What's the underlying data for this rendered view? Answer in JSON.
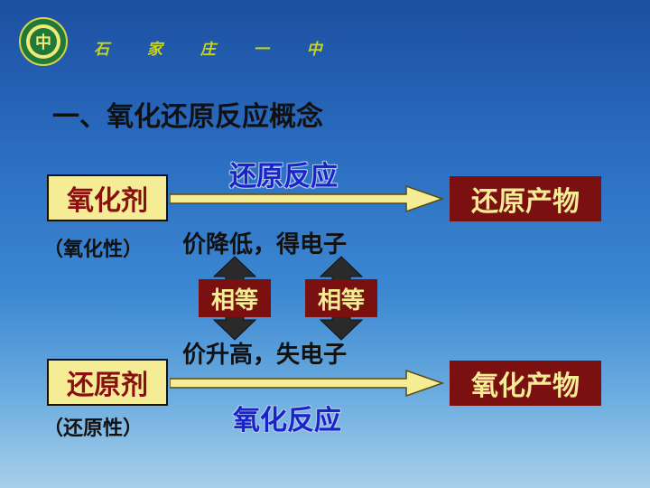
{
  "header": {
    "logo_text": "中",
    "school_name": "石 家 庄 一 中"
  },
  "title": "一、氧化还原反应概念",
  "diagram": {
    "oxidant": "氧化剂",
    "oxidant_property": "（氧化性）",
    "reducing_reaction": "还原反应",
    "reduction_product": "还原产物",
    "upper_change": "价降低，得电子",
    "equal_left": "相等",
    "equal_right": "相等",
    "lower_change": "价升高，失电子",
    "reductant": "还原剂",
    "reductant_property": "（还原性）",
    "oxidizing_reaction": "氧化反应",
    "oxidation_product": "氧化产物"
  },
  "colors": {
    "box_fill": "#f5ec96",
    "product_fill": "#7b1010",
    "reaction_text": "#1b22c8",
    "arrow_fill": "#f5ec96"
  }
}
